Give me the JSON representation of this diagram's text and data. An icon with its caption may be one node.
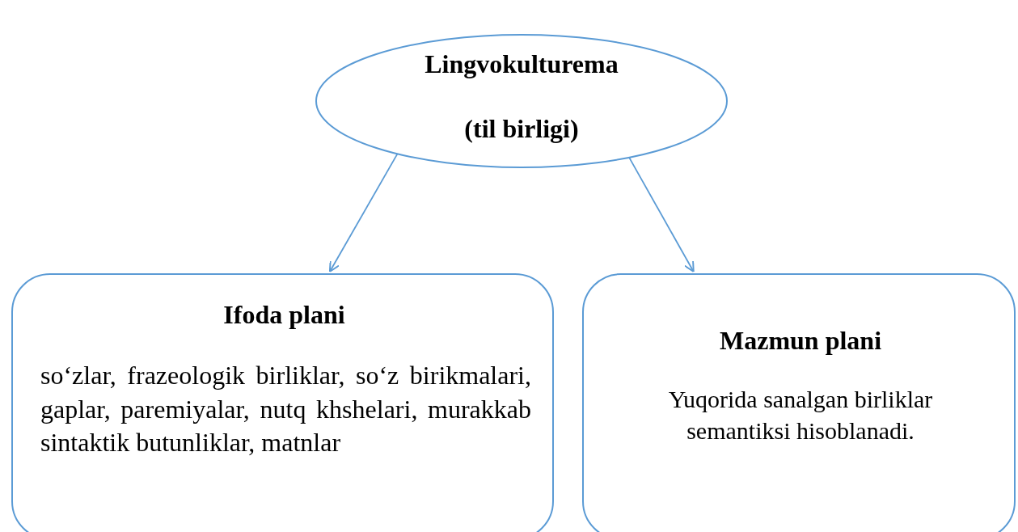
{
  "diagram": {
    "nodes": [
      {
        "text": [
          "Lingvokulturema",
          "(til birligi)"
        ]
      },
      {
        "text": [
          "Ifoda plani",
          "so‘zlar, frazeologik birliklar, so‘z birikmalari, gaplar, paremiyalar, nutq khshelari, murakkab sintaktik butunliklar, matnlar"
        ]
      },
      {
        "text": [
          "Mazmun plani",
          "Yuqorida sanalgan birliklar semantiksi hisoblanadi."
        ]
      }
    ],
    "edges": [
      {
        "from": 0,
        "to": 1,
        "arrow": "to"
      },
      {
        "from": 0,
        "to": 2,
        "arrow": "to"
      }
    ]
  }
}
